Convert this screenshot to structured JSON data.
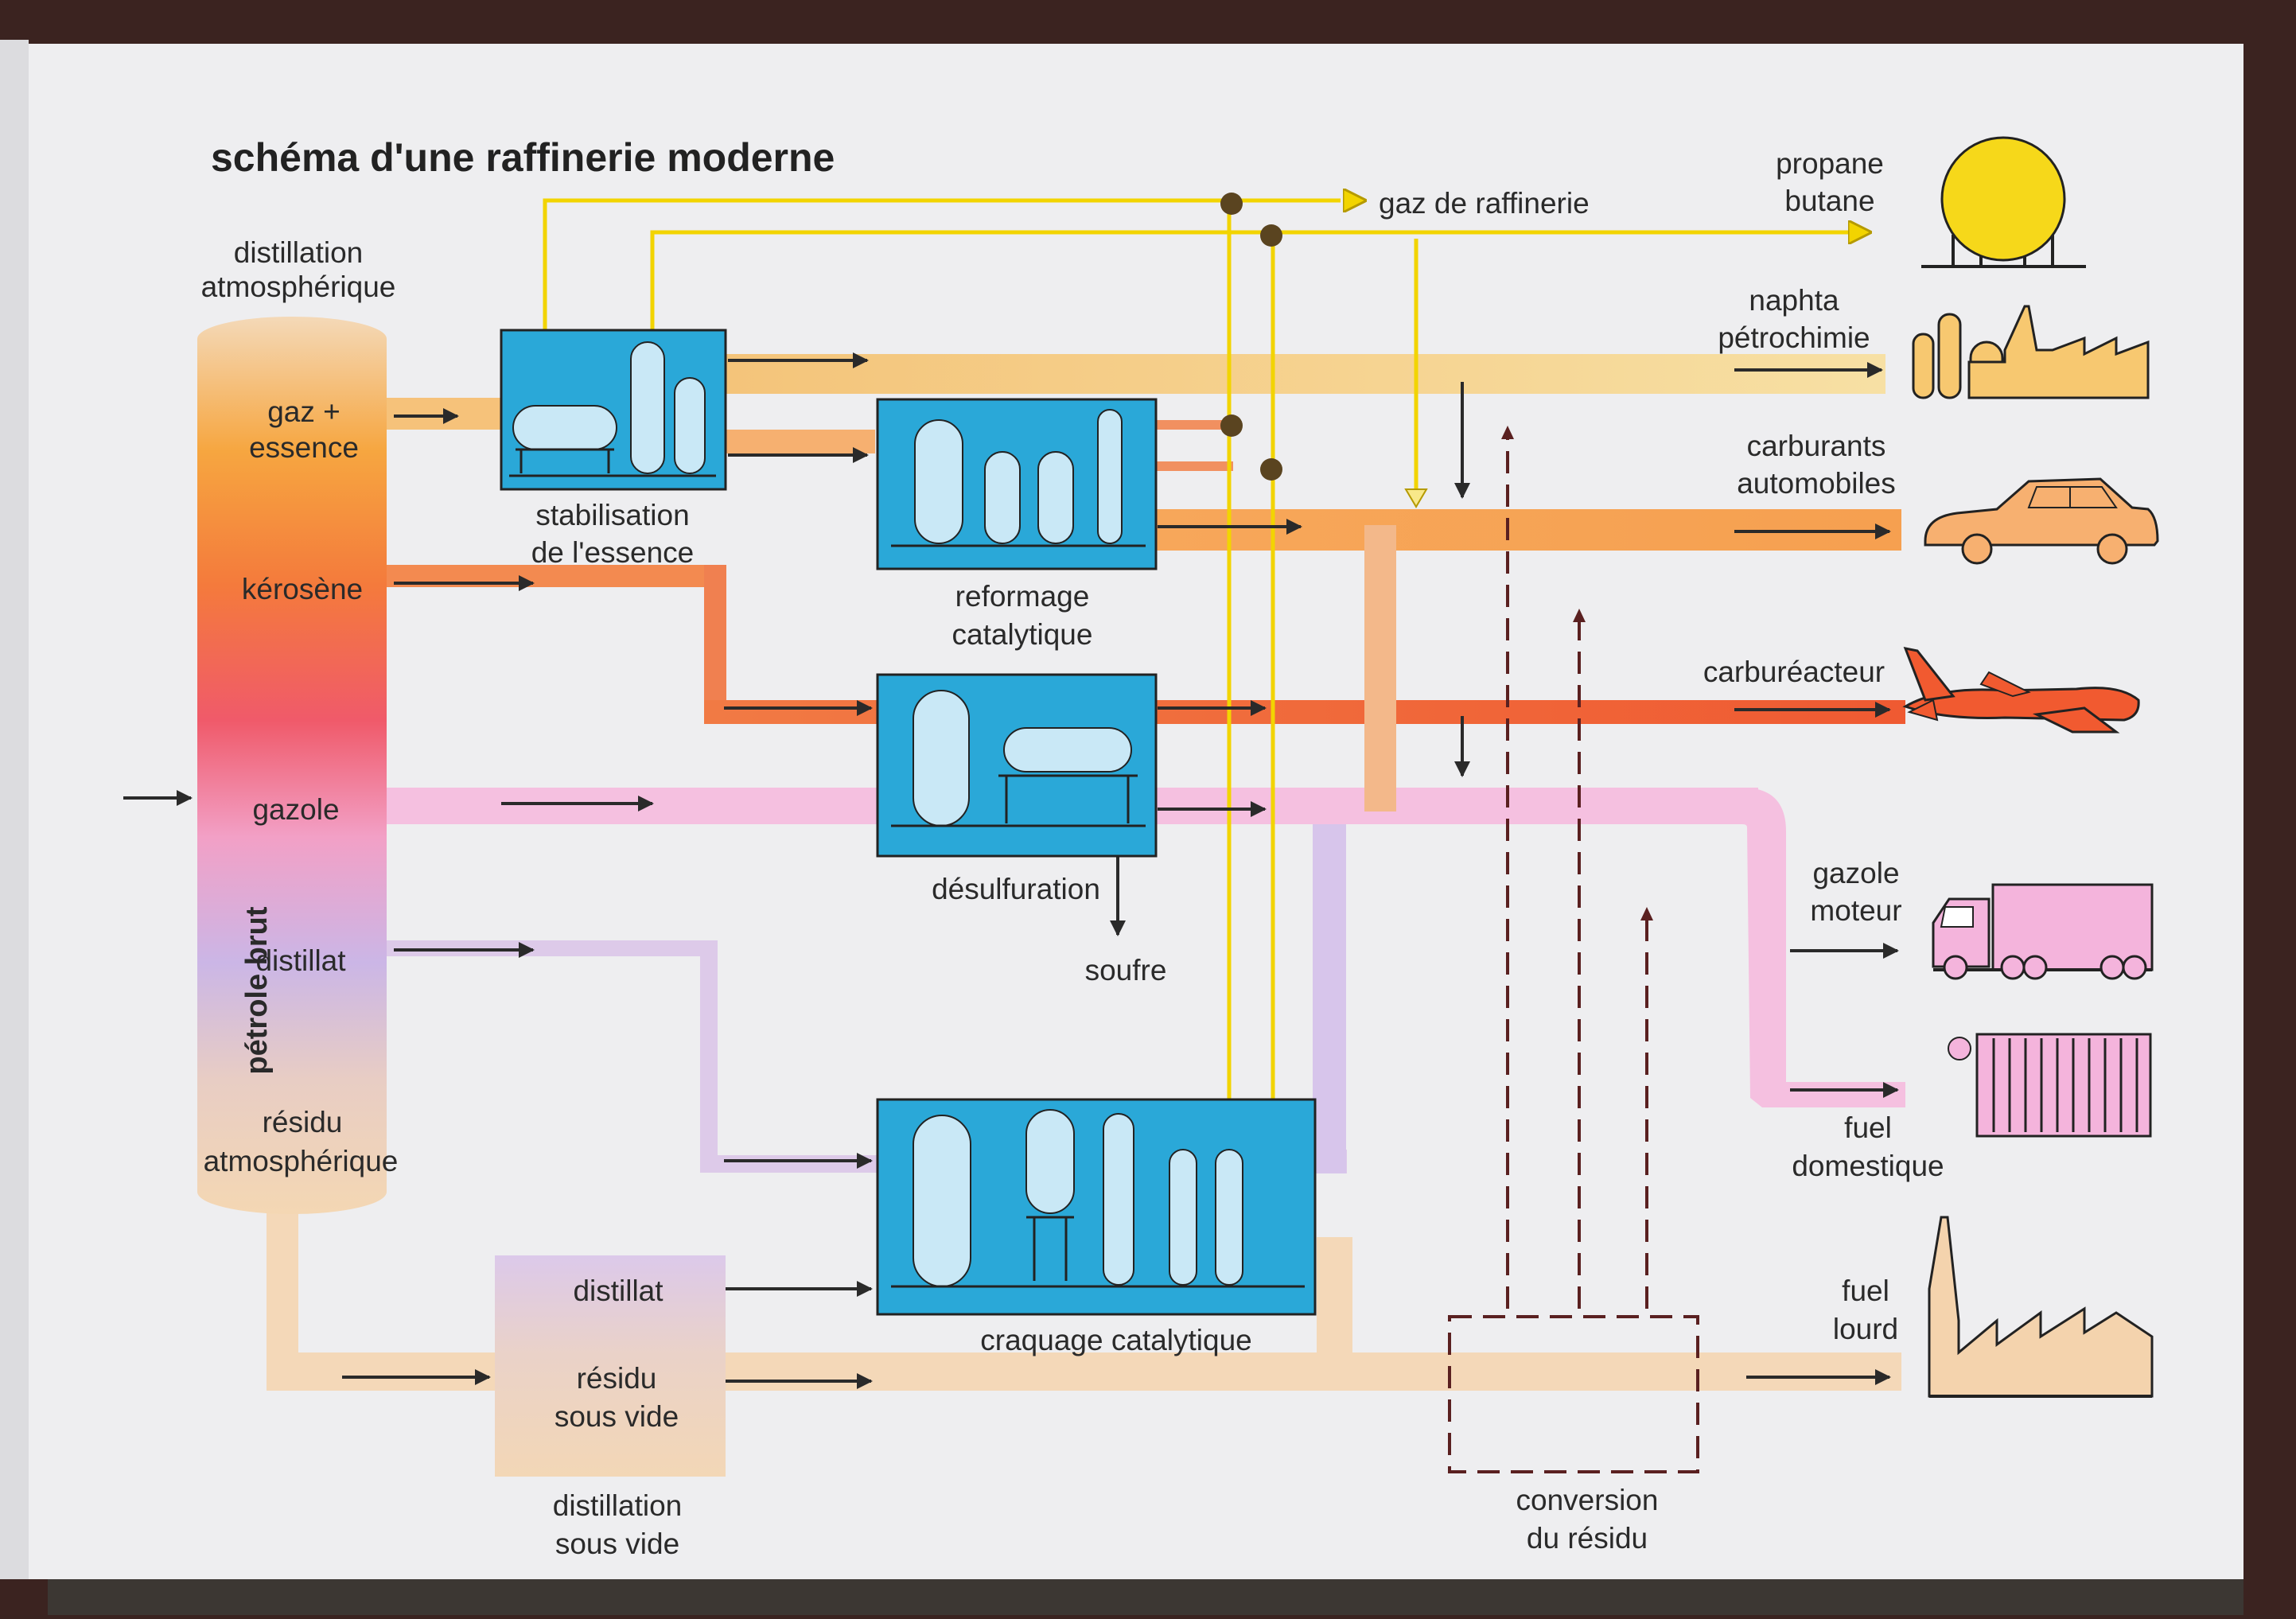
{
  "title": "schéma d'une raffinerie moderne",
  "crude_input": "pétrole brut",
  "column": {
    "name_line1": "distillation",
    "name_line2": "atmosphérique",
    "fractions": {
      "gaz_line1": "gaz +",
      "gaz_line2": "essence",
      "kerosene": "kérosène",
      "gazole": "gazole",
      "distillat": "distillat",
      "residu_line1": "résidu",
      "residu_line2": "atmosphérique"
    }
  },
  "units": {
    "stabilisation_line1": "stabilisation",
    "stabilisation_line2": "de l'essence",
    "reformage_line1": "reformage",
    "reformage_line2": "catalytique",
    "desulfuration": "désulfuration",
    "soufre": "soufre",
    "craquage": "craquage catalytique",
    "vide_distillat": "distillat",
    "vide_residu_line1": "résidu",
    "vide_residu_line2": "sous vide",
    "vide_name_line1": "distillation",
    "vide_name_line2": "sous vide",
    "conversion_line1": "conversion",
    "conversion_line2": "du résidu"
  },
  "products": {
    "gaz_raffinerie": "gaz de raffinerie",
    "propane_line1": "propane",
    "propane_line2": "butane",
    "naphta_line1": "naphta",
    "naphta_line2": "pétrochimie",
    "carburants_line1": "carburants",
    "carburants_line2": "automobiles",
    "carbureacteur": "carburéacteur",
    "gazole_line1": "gazole",
    "gazole_line2": "moteur",
    "fuel_dom_line1": "fuel",
    "fuel_dom_line2": "domestique",
    "fuel_lourd_line1": "fuel",
    "fuel_lourd_line2": "lourd"
  },
  "icons": [
    "gas-sphere-icon",
    "petrochemical-plant-icon",
    "car-icon",
    "airplane-icon",
    "truck-icon",
    "radiator-icon",
    "factory-icon"
  ],
  "colors": {
    "page": "#efeff1",
    "unit_box": "#29a9d9",
    "gas_line": "#f2d400",
    "naphta_flow": "#f8c870",
    "essence_flow": "#f7a050",
    "kerosene_flow": "#f07040",
    "gazole_flow": "#f4bddf",
    "distillat_flow": "#dcc8ea",
    "residu_flow": "#f4d6b6",
    "column_top": "#f59a28",
    "column_bottom": "#f4d3b0"
  }
}
